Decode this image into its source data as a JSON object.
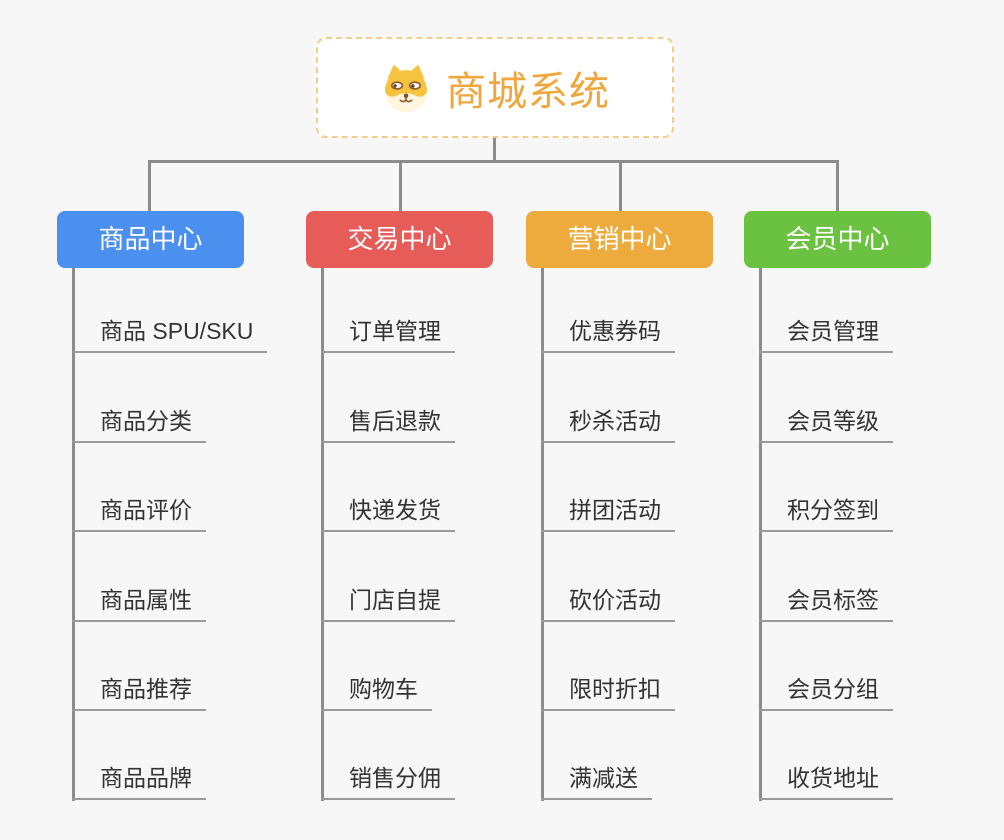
{
  "background": "#F7F7F7",
  "connector_color": "#8C8C8C",
  "underline_color": "#9A9A9A",
  "root": {
    "title": "商城系统",
    "icon": "dog-face-icon",
    "text_color": "#F0A63C",
    "border_color": "#F3CD8B"
  },
  "branches": [
    {
      "label": "商品中心",
      "color": "#4B8FEF",
      "items": [
        "商品 SPU/SKU",
        "商品分类",
        "商品评价",
        "商品属性",
        "商品推荐",
        "商品品牌"
      ]
    },
    {
      "label": "交易中心",
      "color": "#E55C59",
      "items": [
        "订单管理",
        "售后退款",
        "快递发货",
        "门店自提",
        "购物车",
        "销售分佣"
      ]
    },
    {
      "label": "营销中心",
      "color": "#EDAA3D",
      "items": [
        "优惠券码",
        "秒杀活动",
        "拼团活动",
        "砍价活动",
        "限时折扣",
        "满减送"
      ]
    },
    {
      "label": "会员中心",
      "color": "#6BC140",
      "items": [
        "会员管理",
        "会员等级",
        "积分签到",
        "会员标签",
        "会员分组",
        "收货地址"
      ]
    }
  ]
}
